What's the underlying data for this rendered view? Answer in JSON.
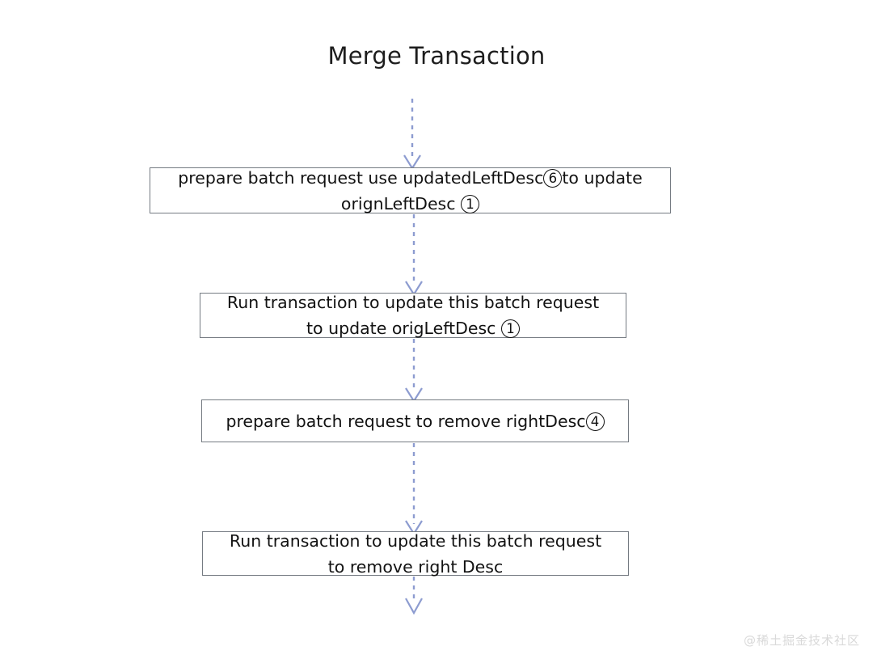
{
  "diagram": {
    "title": "Merge Transaction",
    "type": "flowchart",
    "orientation": "top-to-bottom",
    "connector_style": "dashed",
    "connector_color": "#8d9cd0",
    "node_border_color": "#757b82",
    "node_fill": "#ffffff",
    "text_color": "#121212",
    "nodes": [
      {
        "id": "node-1",
        "lines": [
          {
            "pre": "prepare batch request use updatedLeftDesc",
            "badge": "6",
            "post": "to update"
          },
          {
            "pre": "orignLeftDesc",
            "badge": "1",
            "post": ""
          }
        ],
        "full_text": "prepare batch request use updatedLeftDesc (6) to update orignLeftDesc (1)"
      },
      {
        "id": "node-2",
        "lines": [
          {
            "pre": "Run transaction to update this batch request",
            "badge": "",
            "post": ""
          },
          {
            "pre": "to update origLeftDesc",
            "badge": "1",
            "post": ""
          }
        ],
        "full_text": "Run transaction to update this batch request to update origLeftDesc (1)"
      },
      {
        "id": "node-3",
        "lines": [
          {
            "pre": "prepare batch request to remove rightDesc",
            "badge": "4",
            "post": ""
          }
        ],
        "full_text": "prepare batch request to remove rightDesc (4)"
      },
      {
        "id": "node-4",
        "lines": [
          {
            "pre": "Run transaction to update this batch request",
            "badge": "",
            "post": ""
          },
          {
            "pre": "to remove right Desc",
            "badge": "",
            "post": ""
          }
        ],
        "full_text": "Run transaction to update this batch request to remove right Desc"
      }
    ],
    "edges": [
      {
        "id": "edge-entry",
        "from": "start",
        "to": "node-1"
      },
      {
        "id": "edge-1-2",
        "from": "node-1",
        "to": "node-2"
      },
      {
        "id": "edge-2-3",
        "from": "node-2",
        "to": "node-3"
      },
      {
        "id": "edge-3-4",
        "from": "node-3",
        "to": "node-4"
      },
      {
        "id": "edge-exit",
        "from": "node-4",
        "to": "end"
      }
    ]
  },
  "watermark": {
    "text": "@稀土掘金技术社区"
  }
}
